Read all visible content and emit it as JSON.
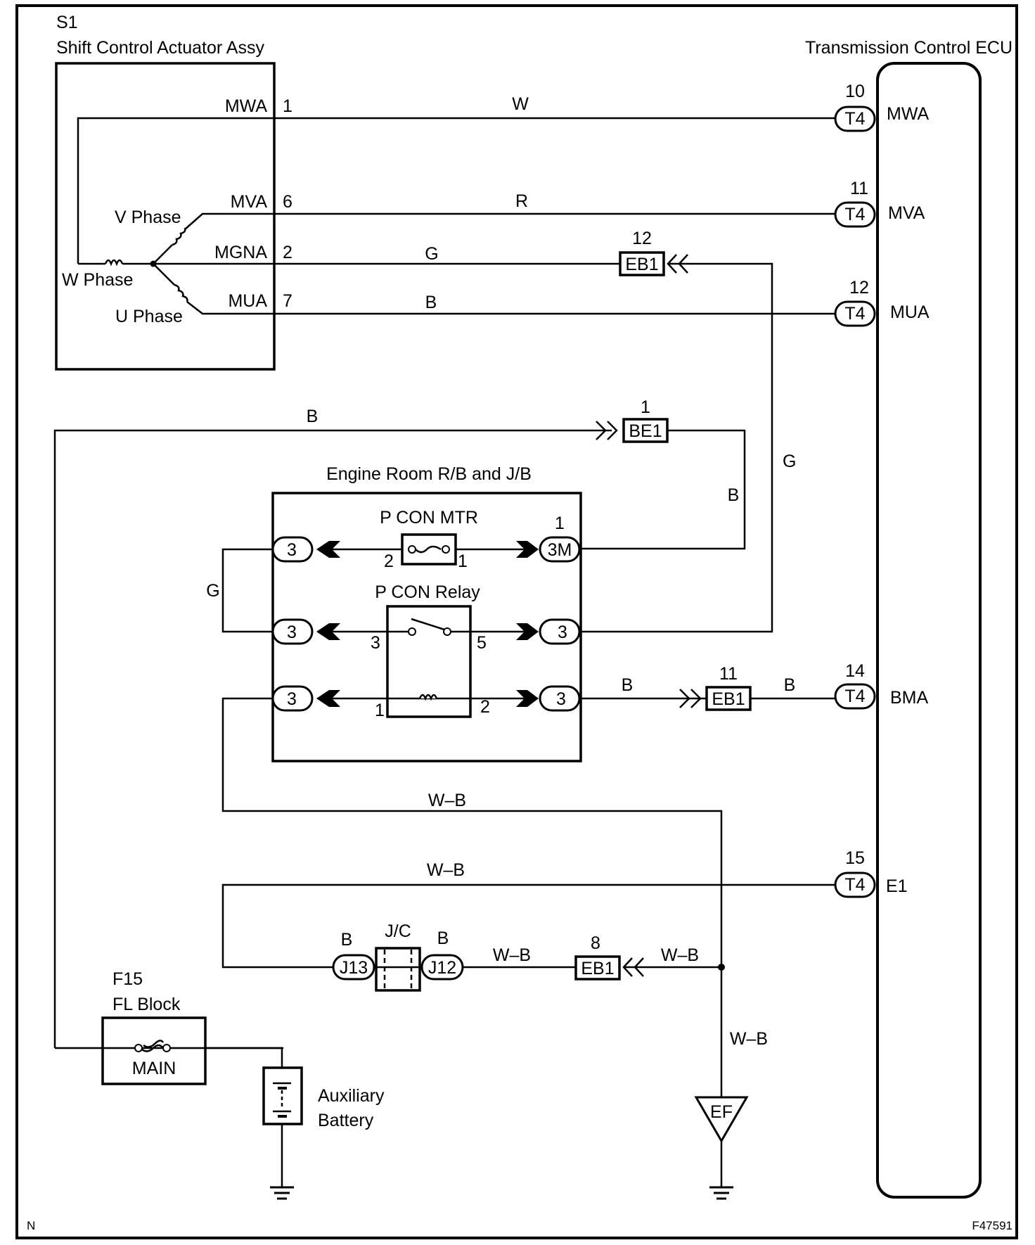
{
  "diagram": {
    "figure_id": "F47591",
    "corner_mark": "N",
    "components": {
      "actuator": {
        "code": "S1",
        "name": "Shift Control Actuator Assy",
        "phases": [
          "V Phase",
          "W Phase",
          "U Phase"
        ],
        "pins": [
          {
            "name": "MWA",
            "num": "1"
          },
          {
            "name": "MVA",
            "num": "6"
          },
          {
            "name": "MGNA",
            "num": "2"
          },
          {
            "name": "MUA",
            "num": "7"
          }
        ]
      },
      "ecu": {
        "name": "Transmission Control ECU",
        "pins": [
          {
            "connector": "T4",
            "num": "10",
            "name": "MWA"
          },
          {
            "connector": "T4",
            "num": "11",
            "name": "MVA"
          },
          {
            "connector": "T4",
            "num": "12",
            "name": "MUA"
          },
          {
            "connector": "T4",
            "num": "14",
            "name": "BMA"
          },
          {
            "connector": "T4",
            "num": "15",
            "name": "E1"
          }
        ]
      },
      "engine_room_box": {
        "name": "Engine Room R/B and J/B",
        "fuse": {
          "name": "P CON MTR",
          "pin_left": "2",
          "pin_right": "1"
        },
        "relay": {
          "name": "P CON Relay",
          "pins": [
            "3",
            "5",
            "1",
            "2"
          ]
        },
        "left_connectors": [
          "3",
          "3",
          "3"
        ],
        "right_connectors": [
          {
            "label": "3M",
            "num": "1"
          },
          {
            "label": "3",
            "num": ""
          },
          {
            "label": "3",
            "num": ""
          }
        ]
      },
      "fl_block": {
        "code": "F15",
        "name": "FL Block",
        "fuse": "MAIN"
      },
      "battery": {
        "line1": "Auxiliary",
        "line2": "Battery"
      },
      "junction": {
        "name": "J/C",
        "left": "J13",
        "right": "J12",
        "left_wire": "B",
        "right_wire": "B"
      },
      "ground_point": "EF",
      "inline_connectors": [
        {
          "code": "EB1",
          "num": "12"
        },
        {
          "code": "BE1",
          "num": "1"
        },
        {
          "code": "EB1",
          "num": "11"
        },
        {
          "code": "EB1",
          "num": "8"
        }
      ]
    },
    "wire_colors": {
      "mwa": "W",
      "mva": "R",
      "mgna": "G",
      "mua": "B",
      "be1_in": "B",
      "be1_out": "B",
      "g_return": "G",
      "g_loop": "G",
      "bma_a": "B",
      "bma_b": "B",
      "wb_top": "W–B",
      "wb_e1": "W–B",
      "wb_jc": "W–B",
      "wb_eb1": "W–B",
      "wb_ground": "W–B"
    }
  }
}
